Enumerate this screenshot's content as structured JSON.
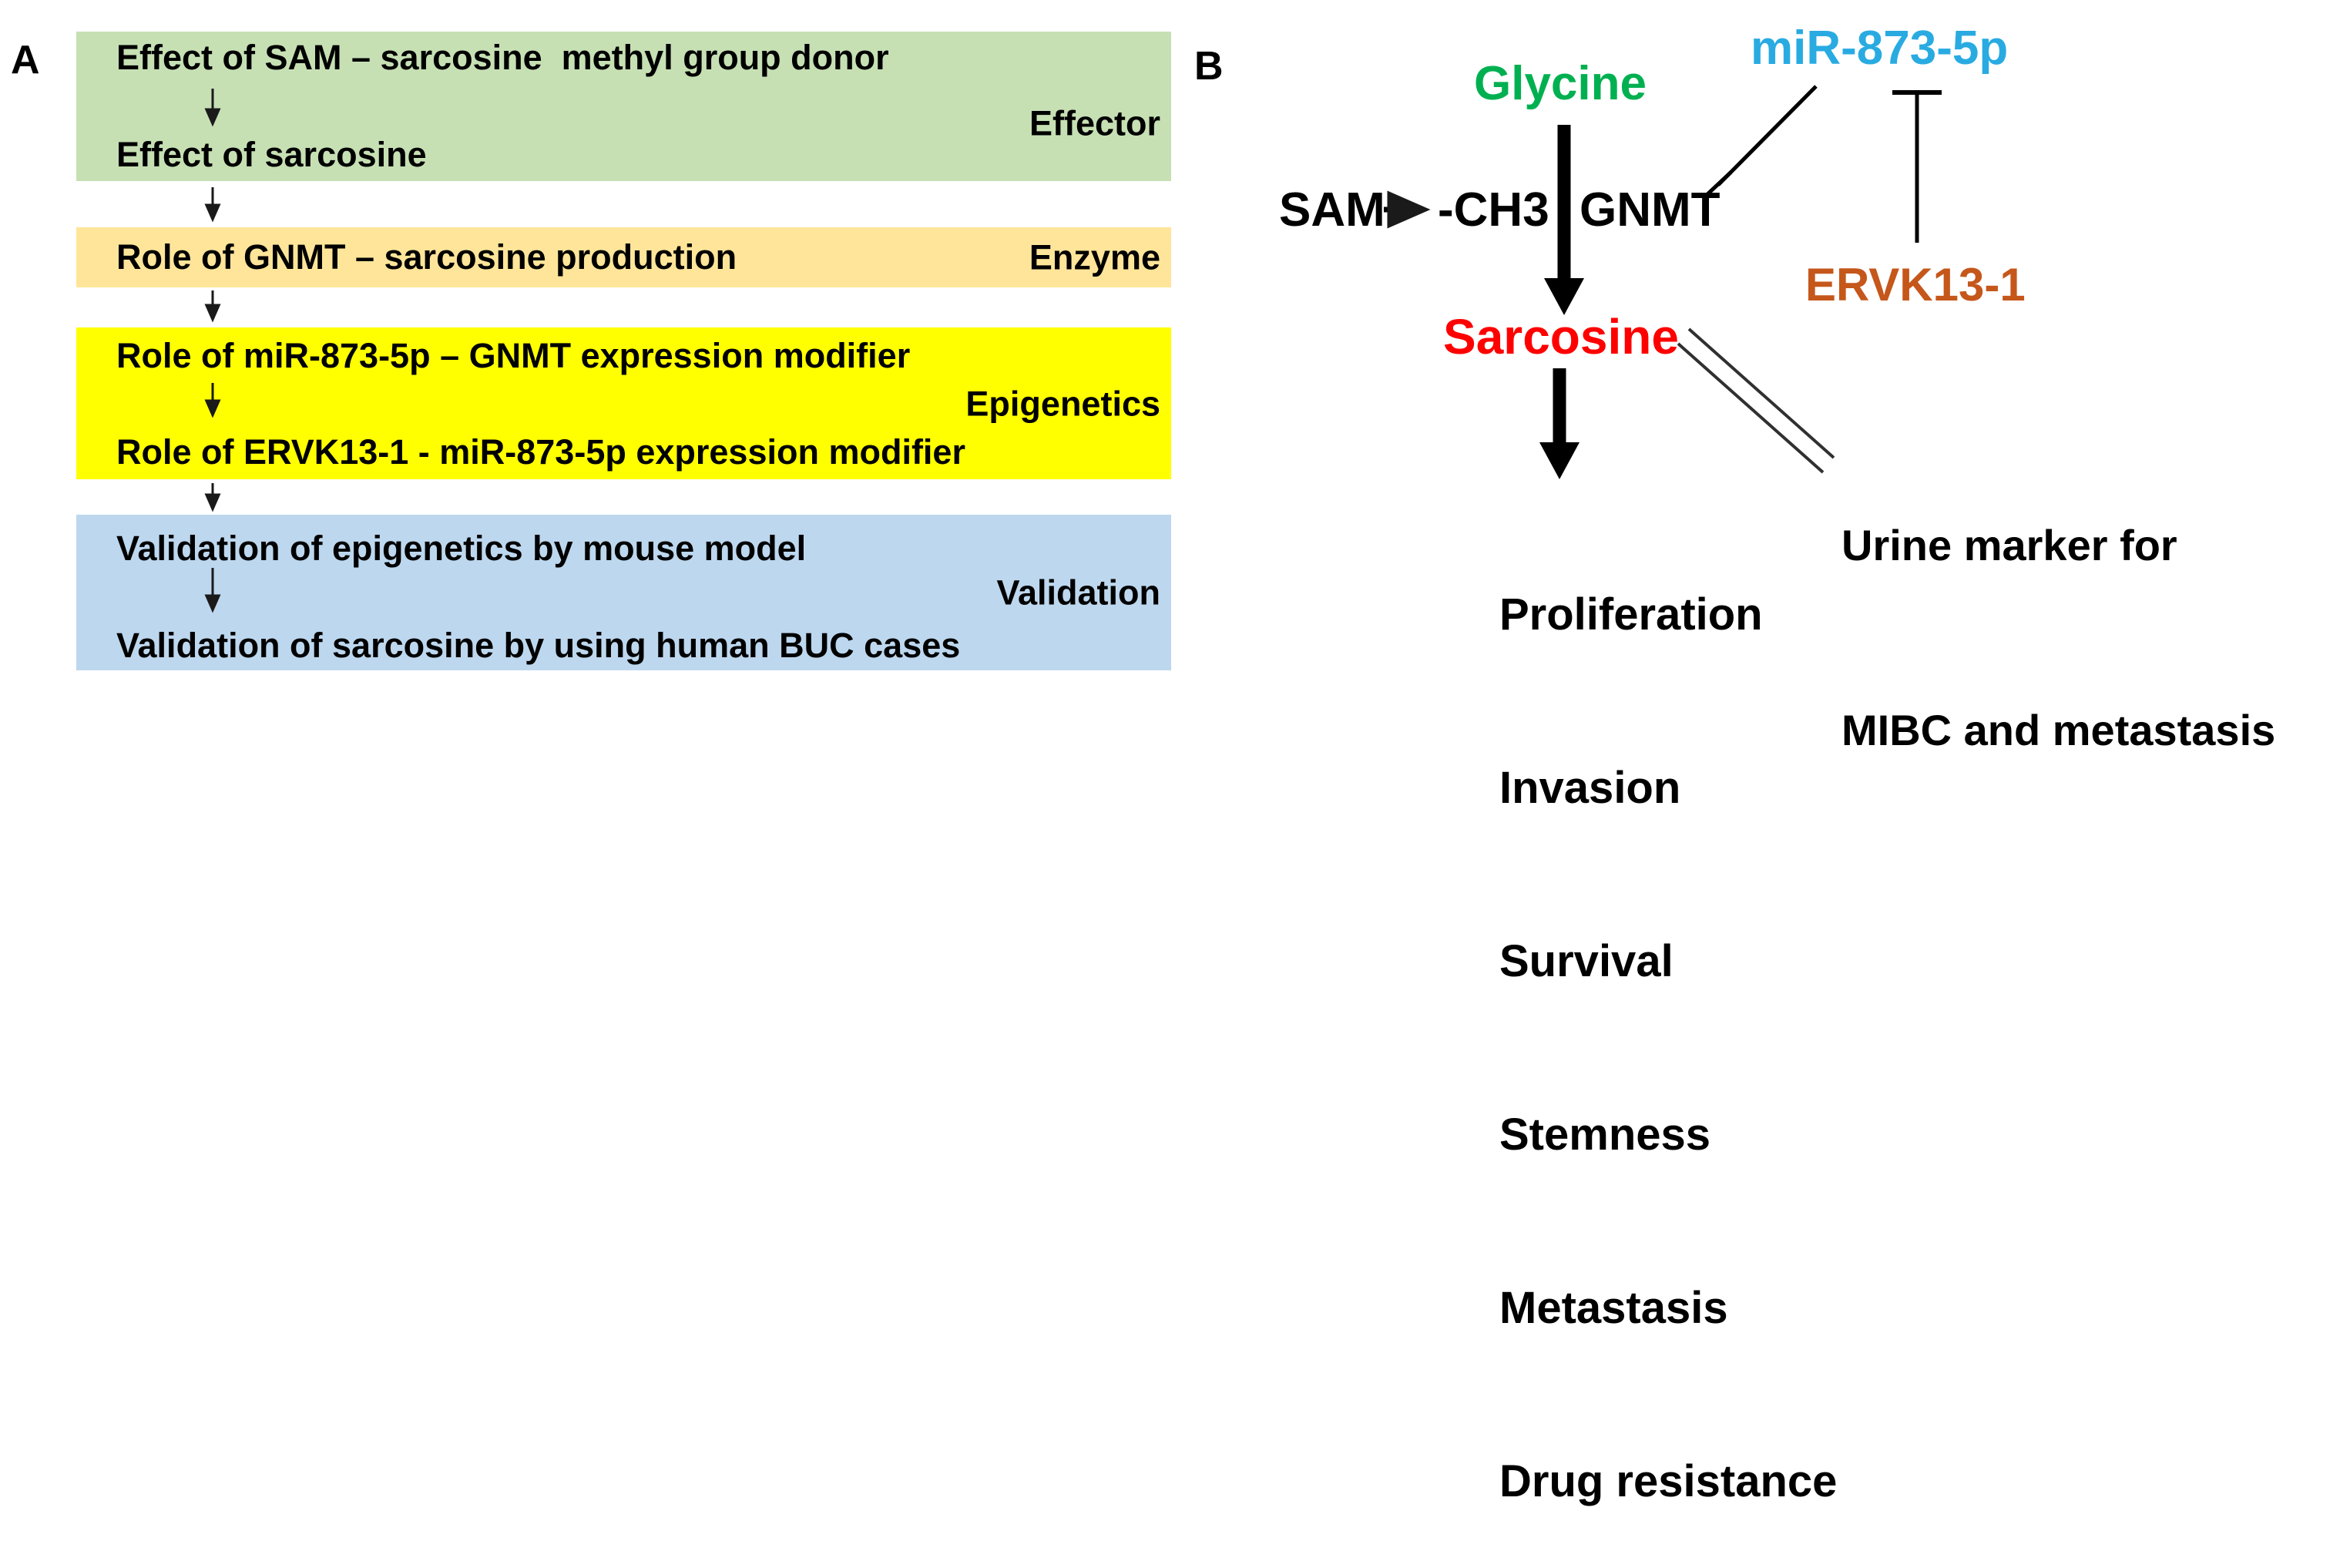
{
  "panel_a": {
    "label": "A",
    "boxes": [
      {
        "category": "Effector",
        "bg": "#C6E0B4",
        "lines": [
          "Effect of SAM – sarcosine  methyl group donor",
          "Effect of sarcosine"
        ]
      },
      {
        "category": "Enzyme",
        "bg": "#FFE599",
        "lines": [
          "Role of GNMT – sarcosine production"
        ]
      },
      {
        "category": "Epigenetics",
        "bg": "#FFFF00",
        "lines": [
          "Role of miR-873-5p – GNMT expression modifier",
          "Role of ERVK13-1 - miR-873-5p expression modifier"
        ]
      },
      {
        "category": "Validation",
        "bg": "#BDD7EE",
        "lines": [
          "Validation of epigenetics by mouse model",
          "Validation of sarcosine by using human BUC cases"
        ]
      }
    ]
  },
  "panel_b": {
    "label": "B",
    "nodes": {
      "glycine": {
        "text": "Glycine",
        "color": "#00B050"
      },
      "mir": {
        "text": "miR-873-5p",
        "color": "#29ABE2"
      },
      "sam": {
        "text": "SAM",
        "color": "#000000"
      },
      "ch3": {
        "text": "-CH3",
        "color": "#000000"
      },
      "gnmt": {
        "text": "GNMT",
        "color": "#000000"
      },
      "ervk": {
        "text": "ERVK13-1",
        "color": "#C5571B"
      },
      "sarcosine": {
        "text": "Sarcosine",
        "color": "#FF0000"
      }
    },
    "urine_marker": {
      "line1": "Urine marker for",
      "line2": "MIBC and metastasis"
    },
    "effects": [
      "Proliferation",
      "Invasion",
      "Survival",
      "Stemness",
      "Metastasis",
      "Drug resistance"
    ]
  }
}
